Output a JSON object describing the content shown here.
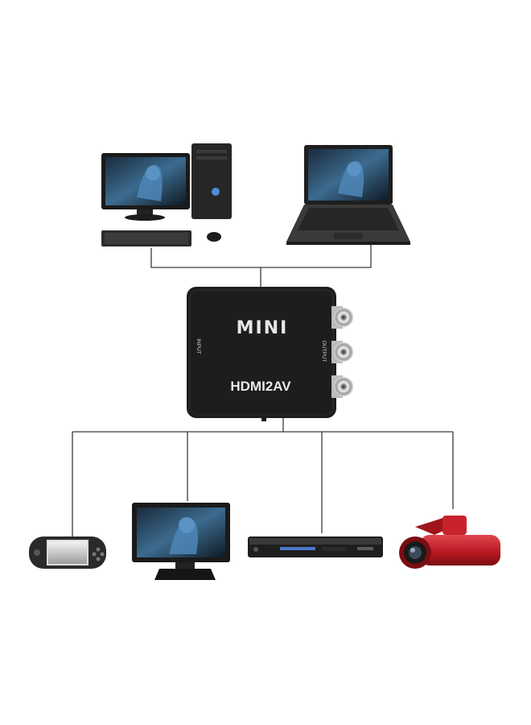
{
  "converter": {
    "brand_label": "MINI",
    "model_label": "HDMI2AV",
    "input_port_label": "INPUT",
    "output_port_label": "OUTPUT"
  },
  "sources": [
    {
      "name": "desktop-computer-icon"
    },
    {
      "name": "laptop-icon"
    }
  ],
  "outputs": [
    {
      "name": "handheld-game-console-icon"
    },
    {
      "name": "crt-television-icon"
    },
    {
      "name": "dvd-player-icon"
    },
    {
      "name": "camcorder-icon"
    }
  ],
  "colors": {
    "device_black": "#1d1d1d",
    "wire": "#3a3a3a",
    "camcorder_red": "#c8232c",
    "screen_blue": "#2b4f73"
  }
}
